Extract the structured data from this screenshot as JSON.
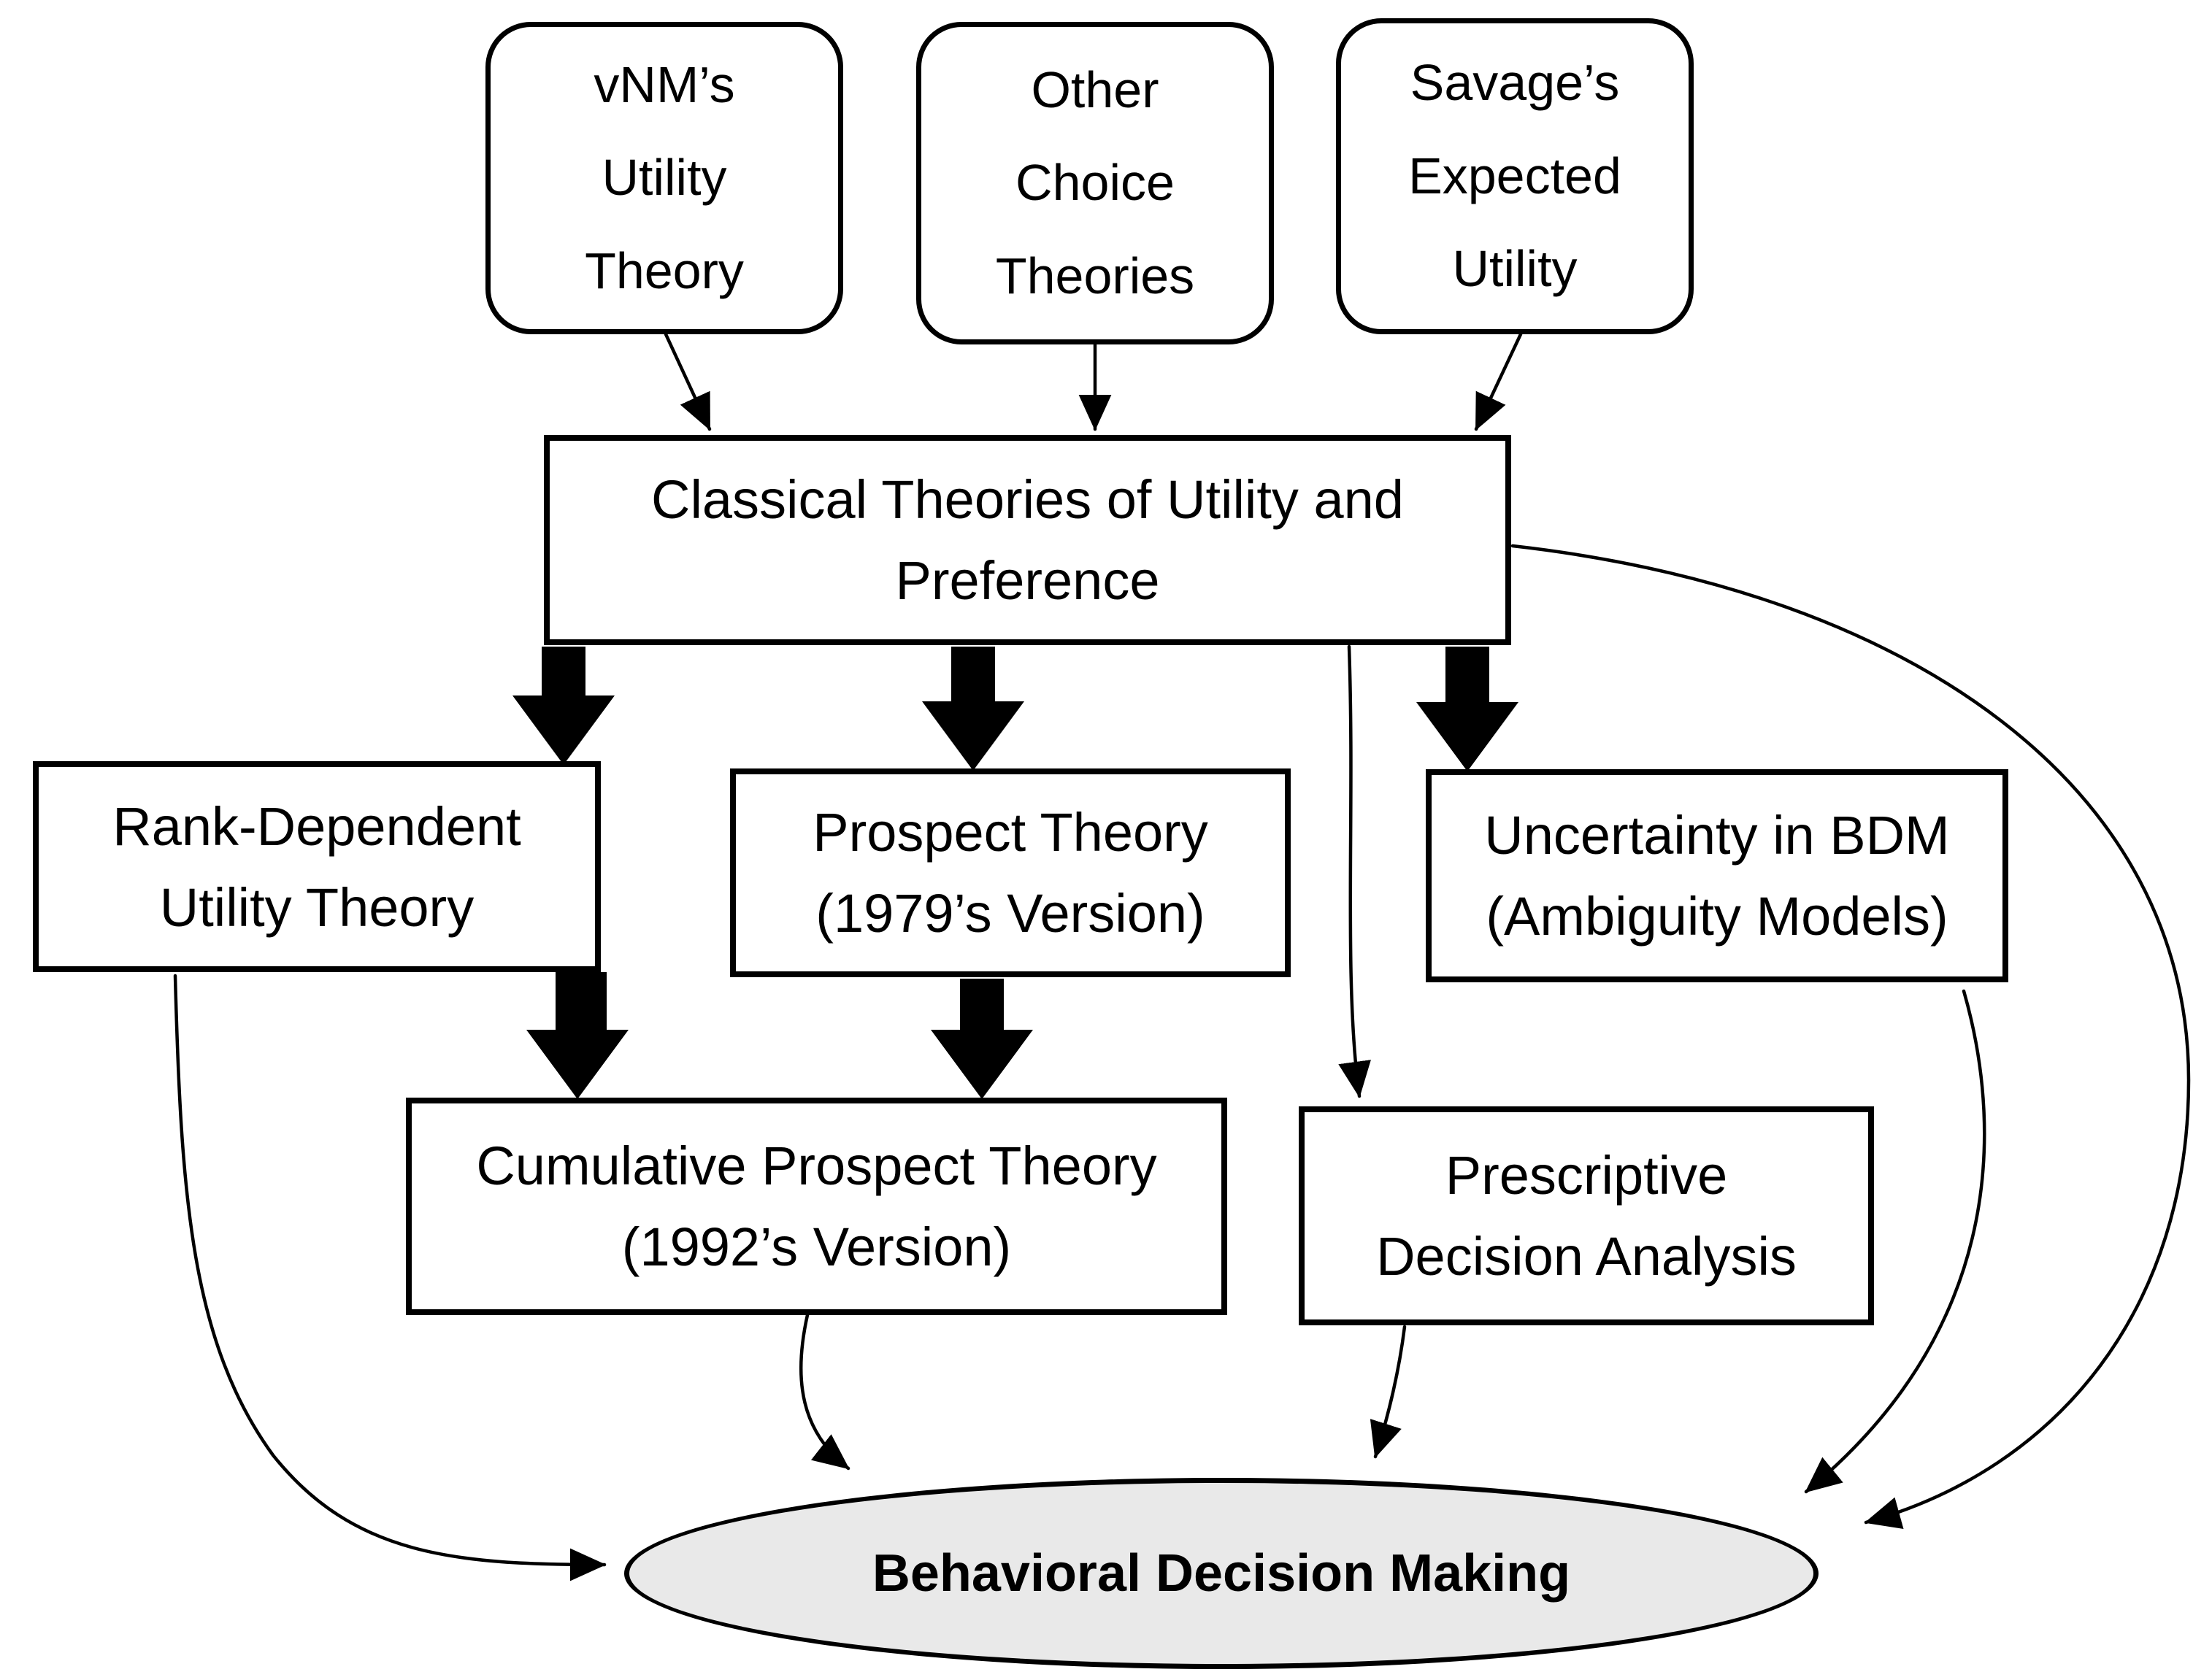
{
  "colors": {
    "background": "#ffffff",
    "stroke": "#000000",
    "ellipse_fill": "#e9e9e9"
  },
  "nodes": {
    "vnm": {
      "lines": [
        "vNM’s",
        "Utility",
        "Theory"
      ]
    },
    "other": {
      "lines": [
        "Other",
        "Choice",
        "Theories"
      ]
    },
    "savage": {
      "lines": [
        "Savage’s",
        "Expected",
        "Utility"
      ]
    },
    "classical": {
      "lines": [
        "Classical Theories of Utility and",
        "Preference"
      ]
    },
    "rank_dependent": {
      "lines": [
        "Rank-Dependent",
        "Utility Theory"
      ]
    },
    "prospect": {
      "lines": [
        "Prospect Theory",
        "(1979’s Version)"
      ]
    },
    "uncertainty": {
      "lines": [
        "Uncertainty in BDM",
        "(Ambiguity Models)"
      ]
    },
    "cumulative": {
      "lines": [
        "Cumulative Prospect Theory",
        "(1992’s Version)"
      ]
    },
    "prescriptive": {
      "lines": [
        "Prescriptive",
        "Decision Analysis"
      ]
    },
    "behavioral": {
      "label": "Behavioral Decision Making"
    }
  }
}
